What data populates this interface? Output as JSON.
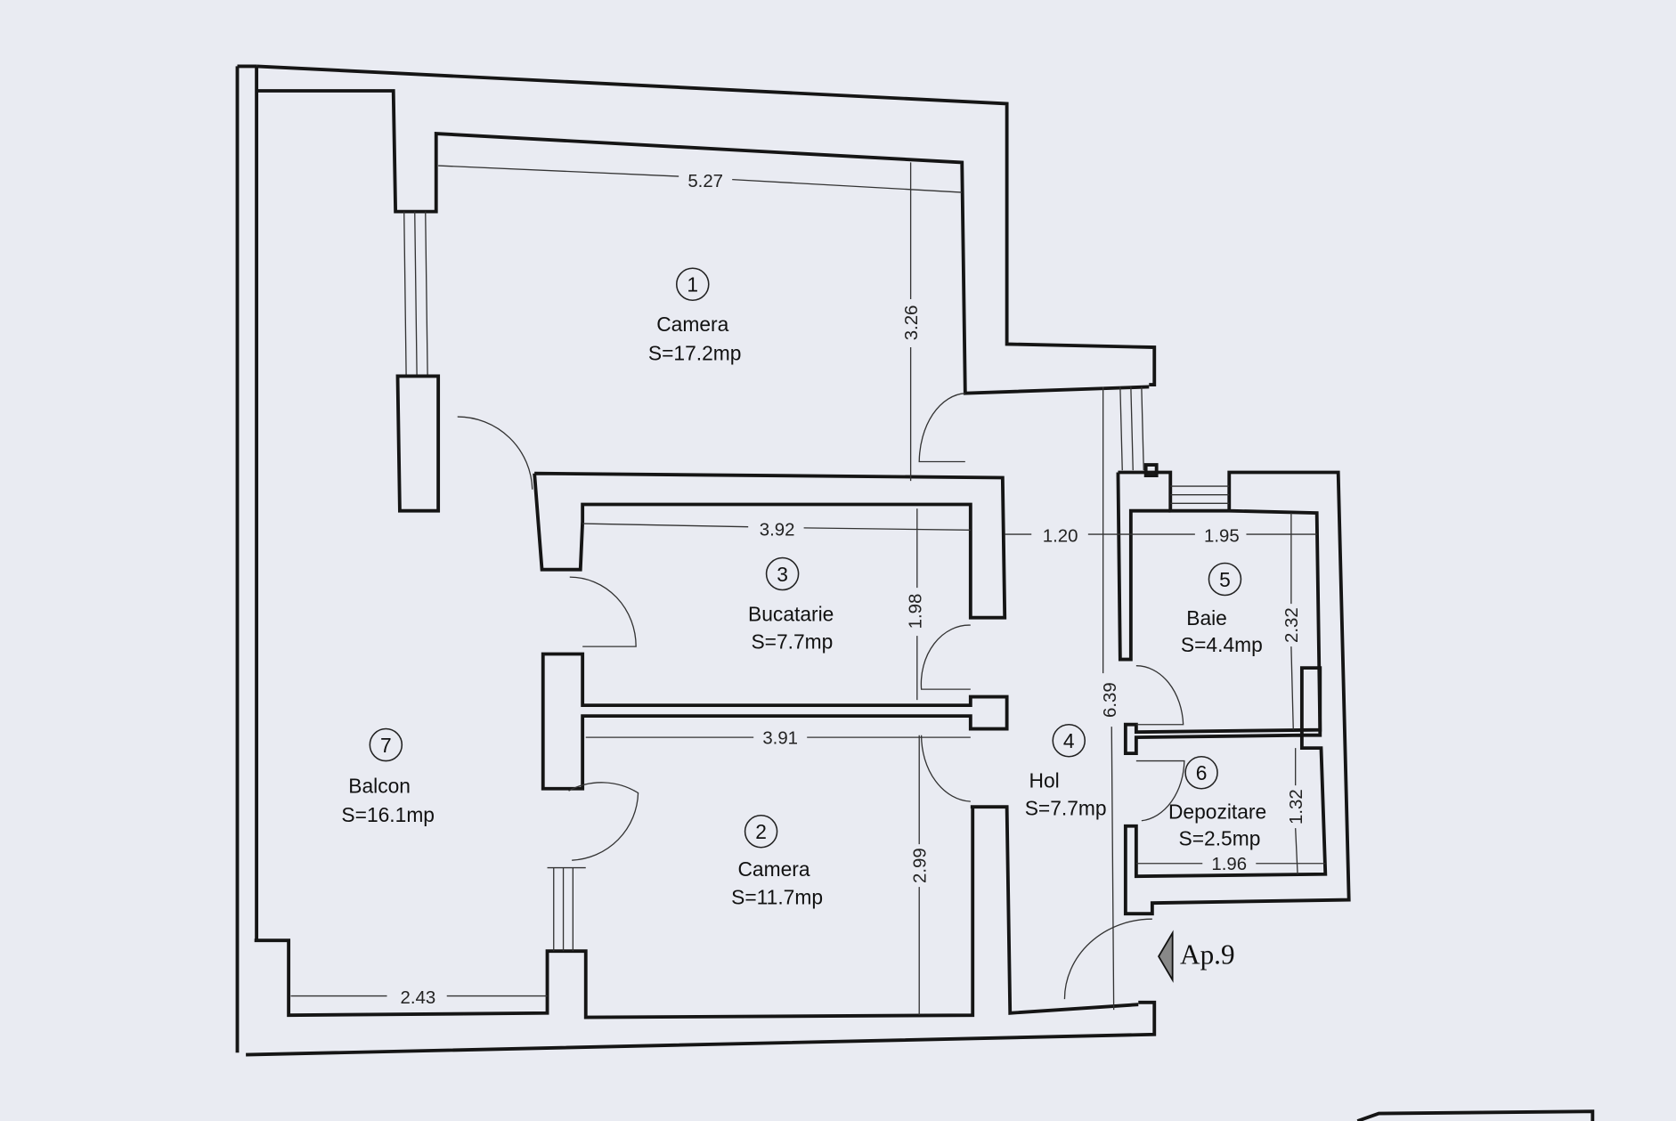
{
  "rooms": [
    {
      "number": "1",
      "name": "Camera",
      "area": "S=17.2mp"
    },
    {
      "number": "2",
      "name": "Camera",
      "area": "S=11.7mp"
    },
    {
      "number": "3",
      "name": "Bucatarie",
      "area": "S=7.7mp"
    },
    {
      "number": "4",
      "name": "Hol",
      "area": "S=7.7mp"
    },
    {
      "number": "5",
      "name": "Baie",
      "area": "S=4.4mp"
    },
    {
      "number": "6",
      "name": "Depozitare",
      "area": "S=2.5mp"
    },
    {
      "number": "7",
      "name": "Balcon",
      "area": "S=16.1mp"
    }
  ],
  "dimensions": {
    "camera1_width": "5.27",
    "camera1_depth": "3.26",
    "bucatarie_width": "3.92",
    "bucatarie_depth": "1.98",
    "hol_width": "1.20",
    "hol_length": "6.39",
    "baie_width": "1.95",
    "baie_depth": "2.32",
    "camera2_width": "3.91",
    "camera2_depth": "2.99",
    "depozitare_width": "1.96",
    "depozitare_depth": "1.32",
    "balcon_width": "2.43"
  },
  "entrance_label": "Ap.9"
}
